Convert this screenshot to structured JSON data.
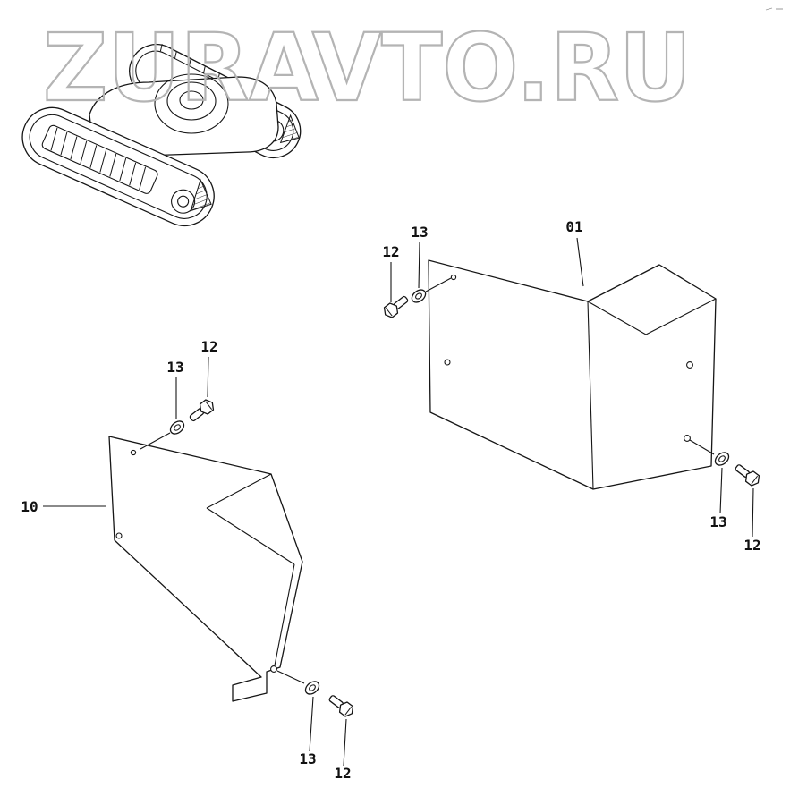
{
  "watermark": "ZURAVTO.RU",
  "figure": {
    "part_labels": {
      "right_cover": "01",
      "left_cover": "10"
    },
    "hardware_labels": {
      "bolt": "12",
      "washer": "13"
    }
  }
}
